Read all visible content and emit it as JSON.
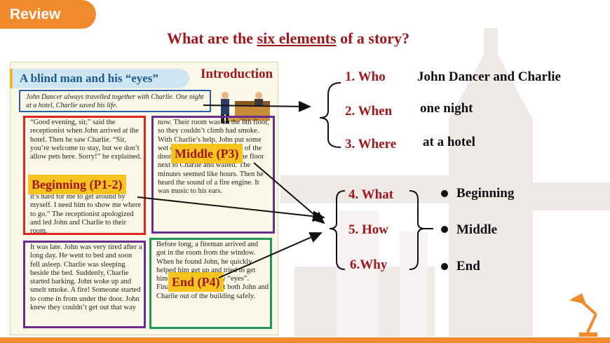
{
  "header": {
    "tab_label": "Review"
  },
  "question": {
    "prefix": "What are the ",
    "emphasis": "six elements",
    "suffix": " of a story?"
  },
  "book": {
    "title": "A blind man and his “eyes”",
    "intro_label": "Introduction",
    "summary": "John Dancer always travelled together with Charlie. One night at a hotel, Charlie saved his life.",
    "para_left_top": "“Good evening, sir,” said the receptionist when John arrived at the hotel. Then he saw Charlie. “Sir, you’re welcome to stay, but we don’t allow pets here. Sorry!” he explained.",
    "para_left_mid": "it’s hard for me to get around by myself. I need him to show me where to go.” The receptionist apologized and led John and Charlie to their room.",
    "para_right_top": "now. Their room was on the 8th floor, so they couldn’t climb had smoke. With Charlie’s help, John put some wet clothes along the bottom of the door. Then he got down on the floor next to Charlie and waited. The minutes seemed like hours. Then he heard the sound of a fire engine. It was music to his ears.",
    "para_left_bottom": "It was late. John was very tired after a long day. He went to bed and soon fell asleep. Charlie was sleeping beside the bed. Suddenly, Charlie started barking. John woke up and smelt smoke. A fire! Someone started to come in from under the door. John knew they couldn’t get out that way",
    "para_right_bottom": "Before long, a fireman arrived and got in the room from the window. When he found John, he quickly helped him get up and tried to get him out. “Charlie is my “eyes”. Finally, the fireman got both John and Charlie out of the building safely.",
    "tag_beginning": "Beginning (P1-2)",
    "tag_middle": "Middle (P3)",
    "tag_end": "End (P4)"
  },
  "elements": {
    "who": "1. Who",
    "when": "2. When",
    "where": "3. Where",
    "what": "4. What",
    "how": "5. How",
    "why": "6.Why"
  },
  "answers": {
    "who": "John Dancer and Charlie",
    "when": "one night",
    "where": "at a hotel"
  },
  "plot": [
    "Beginning",
    "Middle",
    "End"
  ],
  "colors": {
    "accent": "#f08a2c",
    "title_red": "#a0171c",
    "tag_yellow": "#f7c31e",
    "red_box": "#e02424",
    "purple_box": "#6a2d8f",
    "green_box": "#1f9a55",
    "blue_box": "#2a5fb0"
  }
}
